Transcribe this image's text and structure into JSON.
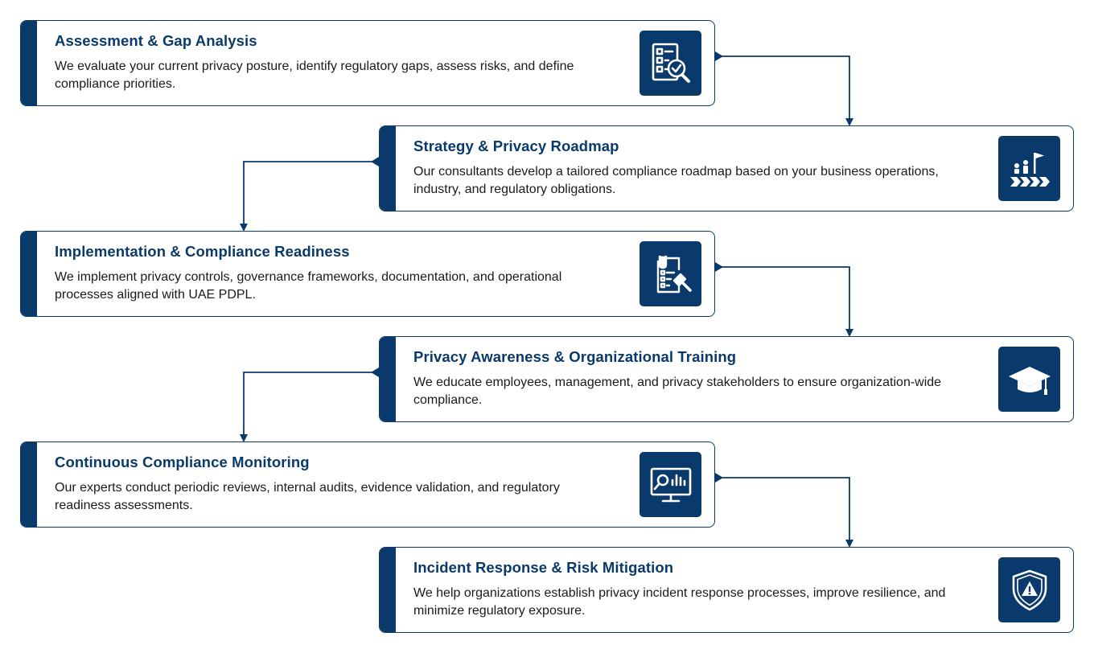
{
  "steps": [
    {
      "title": "Assessment & Gap Analysis",
      "description": "We evaluate your current privacy posture, identify regulatory gaps, assess risks, and define compliance priorities.",
      "icon": "checklist-magnifier-icon"
    },
    {
      "title": "Strategy & Privacy Roadmap",
      "description": "Our consultants develop a tailored compliance roadmap based on your business operations, industry, and regulatory obligations.",
      "icon": "team-flag-roadmap-icon"
    },
    {
      "title": "Implementation & Compliance Readiness",
      "description": "We implement privacy controls, governance frameworks, documentation, and operational processes aligned with UAE PDPL.",
      "icon": "document-gavel-icon"
    },
    {
      "title": "Privacy Awareness & Organizational Training",
      "description": "We educate employees, management, and privacy stakeholders to ensure organization-wide compliance.",
      "icon": "graduation-cap-icon"
    },
    {
      "title": "Continuous Compliance Monitoring",
      "description": "Our experts conduct periodic reviews, internal audits, evidence validation, and regulatory readiness assessments.",
      "icon": "monitor-analytics-icon"
    },
    {
      "title": "Incident Response & Risk Mitigation",
      "description": "We help organizations establish privacy incident response processes, improve resilience, and minimize regulatory exposure.",
      "icon": "shield-warning-icon"
    }
  ],
  "colors": {
    "primary": "#0a3a6b",
    "text": "#1a1a1a",
    "background": "#ffffff"
  }
}
